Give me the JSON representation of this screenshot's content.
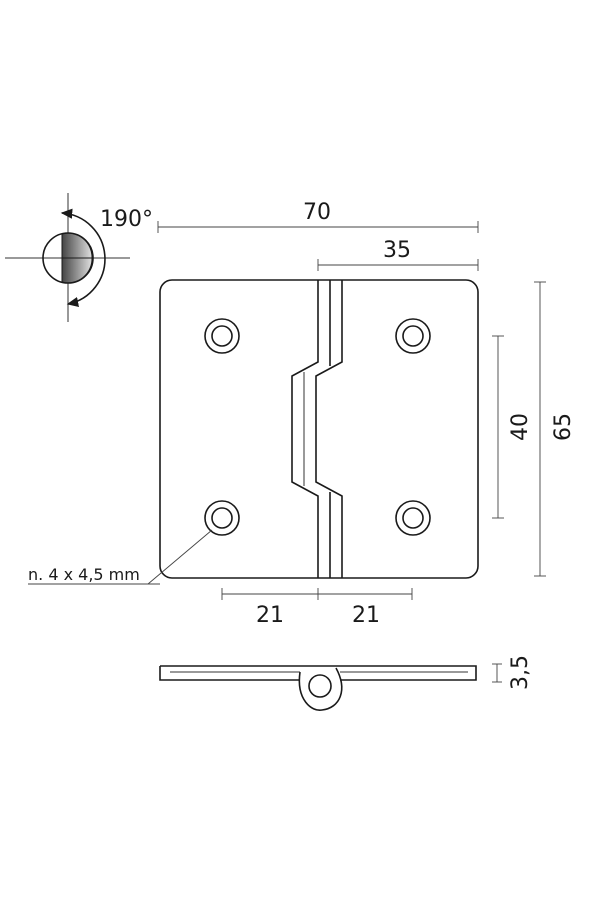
{
  "drawing": {
    "rotation_label": "190°",
    "dimensions": {
      "overall_width": "70",
      "leaf_width": "35",
      "overall_height": "65",
      "hole_spacing_vertical": "40",
      "hole_offset_left": "21",
      "hole_offset_right": "21",
      "thickness": "3,5"
    },
    "hole_note": "n. 4 x 4,5 mm",
    "colors": {
      "stroke": "#1a1a1a",
      "shade_dark": "#555555",
      "shade_light": "#dddddd"
    }
  }
}
